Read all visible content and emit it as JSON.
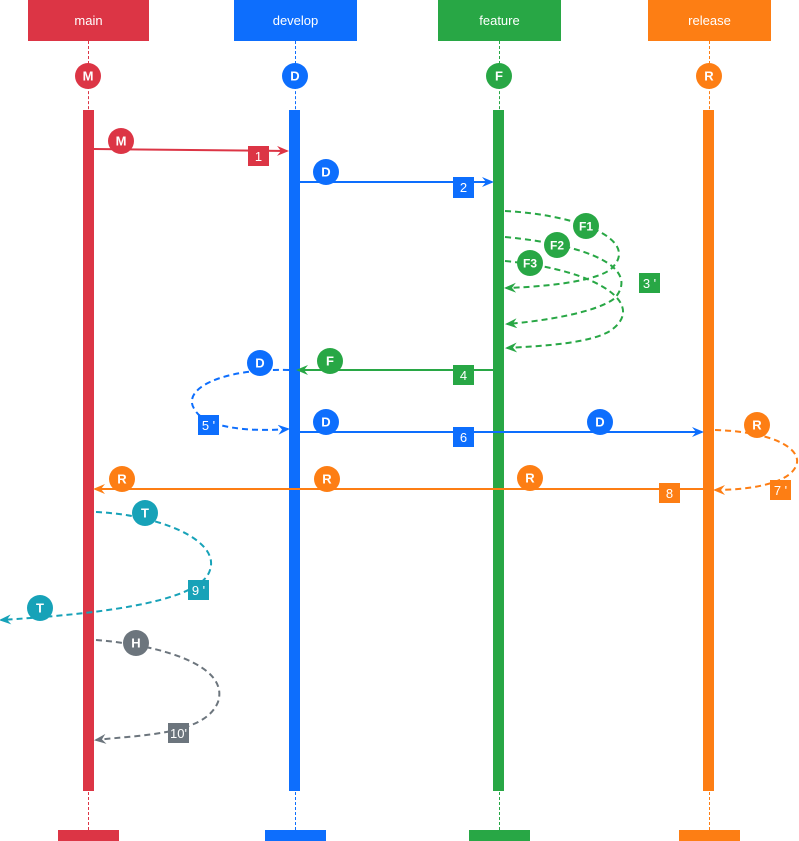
{
  "participants": [
    {
      "key": "main",
      "label": "main",
      "marker": "M",
      "color": "#dc3545"
    },
    {
      "key": "develop",
      "label": "develop",
      "marker": "D",
      "color": "#0d6efd"
    },
    {
      "key": "feature",
      "label": "feature",
      "marker": "F",
      "color": "#28a745"
    },
    {
      "key": "release",
      "label": "release",
      "marker": "R",
      "color": "#fd7e14"
    }
  ],
  "messages": [
    {
      "id": "m1",
      "label": "1"
    },
    {
      "id": "m2",
      "label": "2"
    },
    {
      "id": "m3",
      "label": "3 '"
    },
    {
      "id": "m4",
      "label": "4"
    },
    {
      "id": "m5",
      "label": "5 '"
    },
    {
      "id": "m6",
      "label": "6"
    },
    {
      "id": "m7",
      "label": "7 '"
    },
    {
      "id": "m8",
      "label": "8"
    },
    {
      "id": "m9",
      "label": "9 '"
    },
    {
      "id": "m10",
      "label": "10'"
    }
  ],
  "markers": [
    {
      "id": "c-m1",
      "text": "M"
    },
    {
      "id": "c-d1",
      "text": "D"
    },
    {
      "id": "c-f1",
      "text": "F1"
    },
    {
      "id": "c-f2",
      "text": "F2"
    },
    {
      "id": "c-f3",
      "text": "F3"
    },
    {
      "id": "c-d2",
      "text": "D"
    },
    {
      "id": "c-f4",
      "text": "F"
    },
    {
      "id": "c-d3",
      "text": "D"
    },
    {
      "id": "c-d4",
      "text": "D"
    },
    {
      "id": "c-r1",
      "text": "R"
    },
    {
      "id": "c-r2",
      "text": "R"
    },
    {
      "id": "c-r3",
      "text": "R"
    },
    {
      "id": "c-r4",
      "text": "R"
    },
    {
      "id": "c-t1",
      "text": "T"
    },
    {
      "id": "c-t2",
      "text": "T"
    },
    {
      "id": "c-h1",
      "text": "H"
    }
  ],
  "colors": {
    "tag": "#17a2b8",
    "hotfix": "#6c757d"
  }
}
